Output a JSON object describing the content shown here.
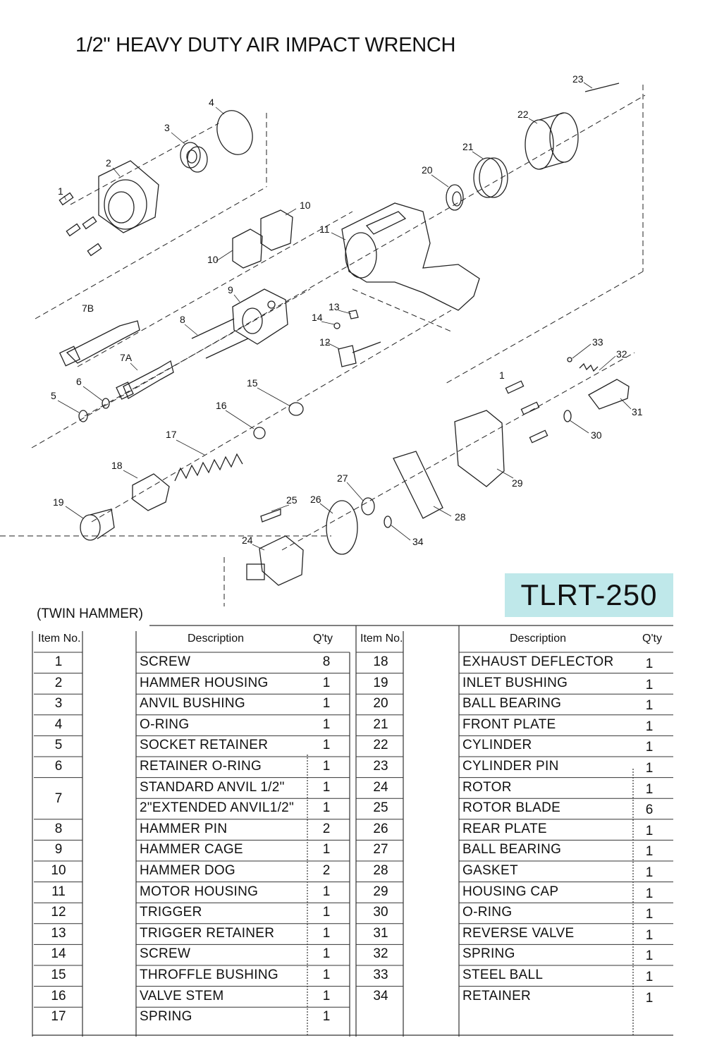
{
  "title": "1/2\" HEAVY DUTY AIR IMPACT WRENCH",
  "model": "TLRT-250",
  "subtitle": "(TWIN HAMMER)",
  "headers": {
    "item_no": "Item No.",
    "description": "Description",
    "qty": "Q'ty"
  },
  "diagram_labels": [
    "1",
    "2",
    "3",
    "4",
    "5",
    "6",
    "7A",
    "7B",
    "8",
    "9",
    "10",
    "10",
    "11",
    "12",
    "13",
    "14",
    "15",
    "16",
    "17",
    "18",
    "19",
    "20",
    "21",
    "22",
    "23",
    "24",
    "25",
    "26",
    "27",
    "28",
    "29",
    "30",
    "31",
    "32",
    "33",
    "34",
    "1"
  ],
  "parts_left": [
    {
      "item": "1",
      "desc": "SCREW",
      "qty": "8"
    },
    {
      "item": "2",
      "desc": "HAMMER HOUSING",
      "qty": "1"
    },
    {
      "item": "3",
      "desc": "ANVIL BUSHING",
      "qty": "1"
    },
    {
      "item": "4",
      "desc": "O-RING",
      "qty": "1"
    },
    {
      "item": "5",
      "desc": "SOCKET RETAINER",
      "qty": "1"
    },
    {
      "item": "6",
      "desc": "RETAINER O-RING",
      "qty": "1"
    },
    {
      "item": "7",
      "desc": "STANDARD ANVIL   1/2\"",
      "qty": "1"
    },
    {
      "item": "",
      "desc": "2\"EXTENDED ANVIL1/2\"",
      "qty": "1"
    },
    {
      "item": "8",
      "desc": "HAMMER PIN",
      "qty": "2"
    },
    {
      "item": "9",
      "desc": "HAMMER CAGE",
      "qty": "1"
    },
    {
      "item": "10",
      "desc": "HAMMER DOG",
      "qty": "2"
    },
    {
      "item": "11",
      "desc": "MOTOR HOUSING",
      "qty": "1"
    },
    {
      "item": "12",
      "desc": "TRIGGER",
      "qty": "1"
    },
    {
      "item": "13",
      "desc": "TRIGGER RETAINER",
      "qty": "1"
    },
    {
      "item": "14",
      "desc": "SCREW",
      "qty": "1"
    },
    {
      "item": "15",
      "desc": "THROFFLE BUSHING",
      "qty": "1"
    },
    {
      "item": "16",
      "desc": "VALVE STEM",
      "qty": "1"
    },
    {
      "item": "17",
      "desc": "SPRING",
      "qty": "1"
    }
  ],
  "parts_right": [
    {
      "item": "18",
      "desc": "EXHAUST DEFLECTOR",
      "qty": "1"
    },
    {
      "item": "19",
      "desc": "INLET BUSHING",
      "qty": "1"
    },
    {
      "item": "20",
      "desc": "BALL BEARING",
      "qty": "1"
    },
    {
      "item": "21",
      "desc": "FRONT PLATE",
      "qty": "1"
    },
    {
      "item": "22",
      "desc": "CYLINDER",
      "qty": "1"
    },
    {
      "item": "23",
      "desc": "CYLINDER  PIN",
      "qty": "1"
    },
    {
      "item": "24",
      "desc": "ROTOR",
      "qty": "1"
    },
    {
      "item": "25",
      "desc": "ROTOR BLADE",
      "qty": "6"
    },
    {
      "item": "26",
      "desc": "REAR PLATE",
      "qty": "1"
    },
    {
      "item": "27",
      "desc": "BALL BEARING",
      "qty": "1"
    },
    {
      "item": "28",
      "desc": "GASKET",
      "qty": "1"
    },
    {
      "item": "29",
      "desc": "HOUSING CAP",
      "qty": "1"
    },
    {
      "item": "30",
      "desc": "O-RING",
      "qty": "1"
    },
    {
      "item": "31",
      "desc": "REVERSE VALVE",
      "qty": "1"
    },
    {
      "item": "32",
      "desc": "SPRING",
      "qty": "1"
    },
    {
      "item": "33",
      "desc": "STEEL BALL",
      "qty": "1"
    },
    {
      "item": "34",
      "desc": "RETAINER",
      "qty": "1"
    }
  ]
}
